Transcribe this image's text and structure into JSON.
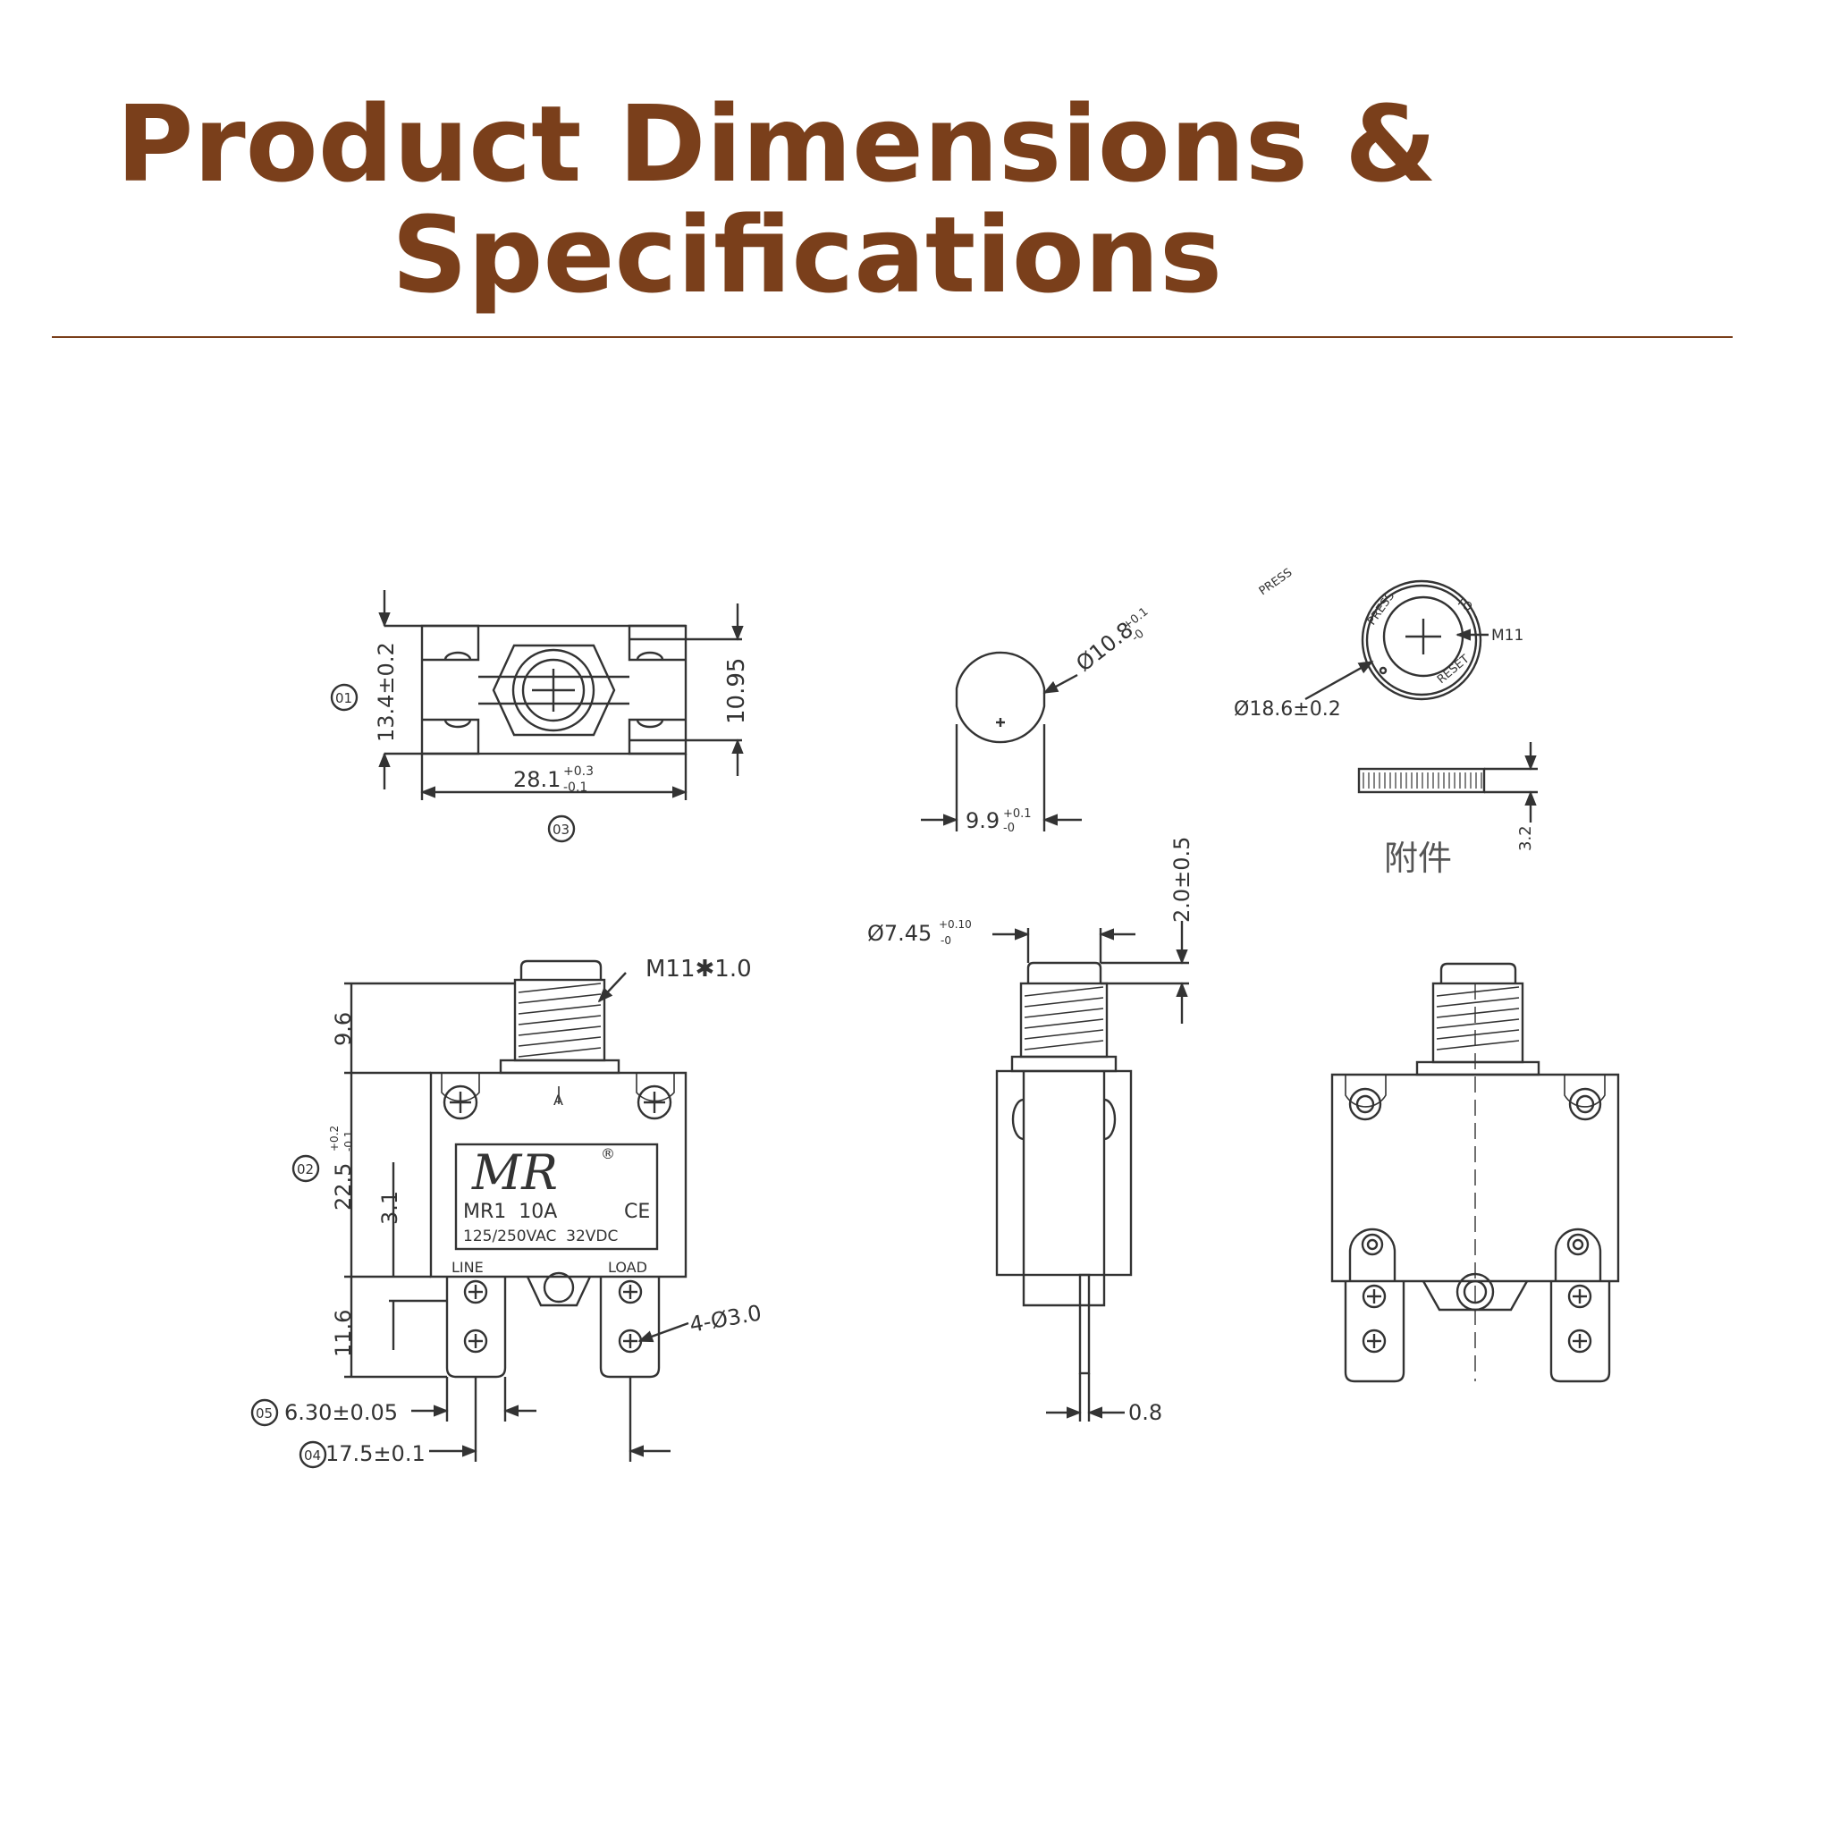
{
  "header": {
    "title_line1": "Product Dimensions &",
    "title_line2": "Specifications"
  },
  "drawing": {
    "top_view": {
      "dim_height": "13.4±0.2",
      "dim_inner": "10.95",
      "dim_width": "28.1",
      "dim_width_tol_plus": "+0.3",
      "dim_width_tol_minus": "-0.1",
      "ref_01": "01",
      "ref_03": "03"
    },
    "button": {
      "dia_label": "Ø10.8",
      "dia_tol_plus": "+0.1",
      "dia_tol_minus": "-0",
      "width_label": "9.9",
      "width_tol_plus": "+0.1",
      "width_tol_minus": "-0"
    },
    "nut": {
      "press_text": "PRESS",
      "ring_press": "PRESS",
      "ring_to": "TO",
      "ring_reset": "RESET",
      "thread": "M11",
      "dia": "Ø18.6±0.2",
      "thickness": "3.2",
      "accessory": "附件"
    },
    "front": {
      "thread": "M11✱1.0",
      "h1": "9.6",
      "h2": "22.5",
      "h2_tol_plus": "+0.2",
      "h2_tol_minus": "-0.1",
      "h3": "3.1",
      "h4": "11.6",
      "ref_02": "02",
      "ref_05": "05",
      "ref_04": "04",
      "tab_width": "6.30±0.05",
      "tab_spacing": "17.5±0.1",
      "holes": "4-Ø3.0",
      "line": "LINE",
      "load": "LOAD",
      "label_model": "MR1  10A",
      "label_rating": "125/250VAC  32VDC",
      "label_ce": "CE",
      "label_logo": "MR",
      "label_reg": "®",
      "axis_mark": "A"
    },
    "side": {
      "dia": "Ø7.45",
      "dia_tol_plus": "+0.10",
      "dia_tol_minus": "-0",
      "travel": "2.0±0.5",
      "thickness": "0.8"
    }
  }
}
